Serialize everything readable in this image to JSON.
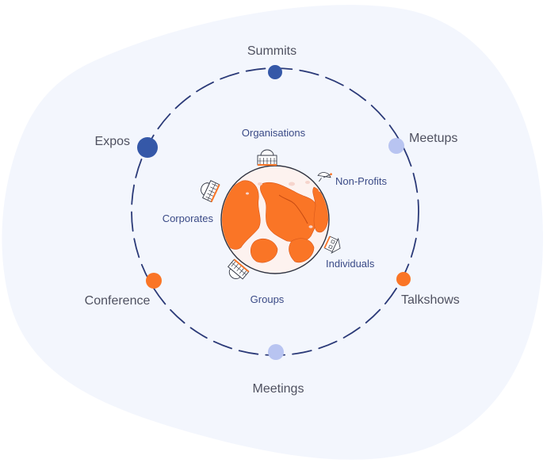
{
  "colors": {
    "blob": "#f3f6fd",
    "orbit": "#2b3a78",
    "navy": "#3558a8",
    "lavender": "#b8c4f1",
    "orange": "#fa7526",
    "globe_base": "#fdf2ef",
    "globe_stroke": "#2f3340",
    "outer_text": "#4f5160",
    "inner_text": "#3a4a86"
  },
  "orbit_nodes": [
    {
      "label": "Summits",
      "color": "navy"
    },
    {
      "label": "Meetups",
      "color": "lavender"
    },
    {
      "label": "Talkshows",
      "color": "orange"
    },
    {
      "label": "Meetings",
      "color": "lavender"
    },
    {
      "label": "Conference",
      "color": "orange"
    },
    {
      "label": "Expos",
      "color": "navy"
    }
  ],
  "globe_labels": [
    {
      "label": "Organisations",
      "icon": "building-icon"
    },
    {
      "label": "Non-Profits",
      "icon": "satellite-dish-icon"
    },
    {
      "label": "Individuals",
      "icon": "house-icon"
    },
    {
      "label": "Groups",
      "icon": "building-icon"
    },
    {
      "label": "Corporates",
      "icon": "building-icon"
    }
  ]
}
